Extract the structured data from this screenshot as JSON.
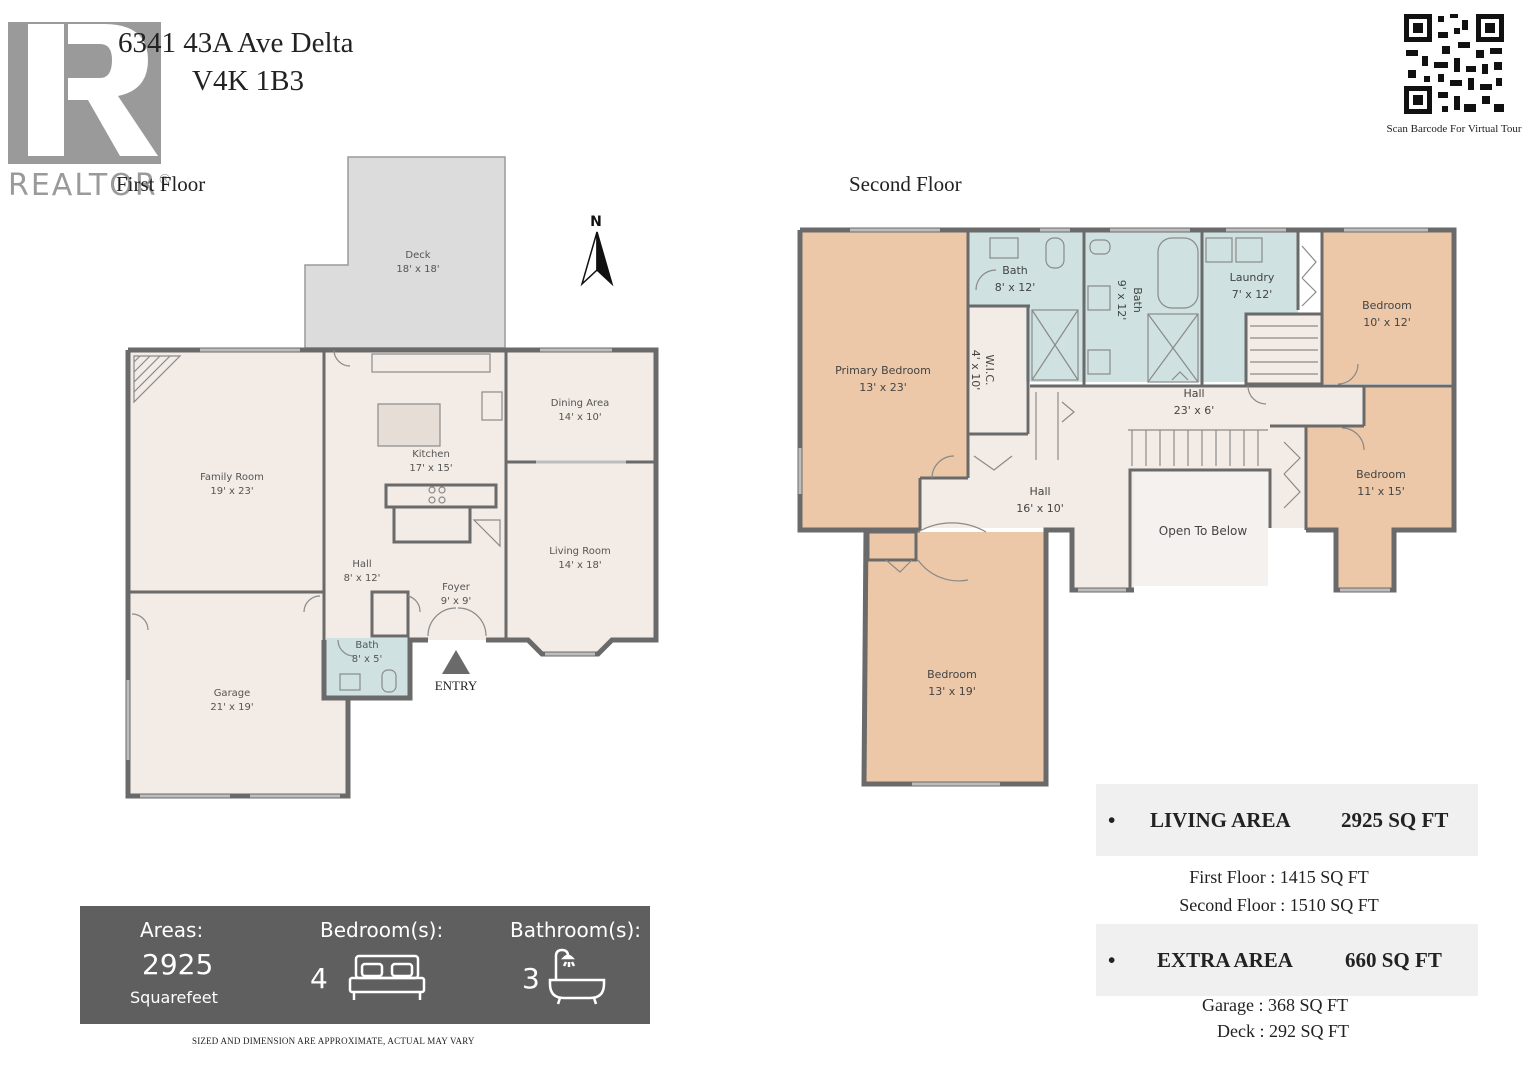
{
  "header": {
    "address_line1": "6341 43A Ave Delta",
    "address_line2": "V4K 1B3",
    "logo_text": "REALTOR",
    "logo_mark": "®"
  },
  "qr": {
    "caption": "Scan Barcode For Virtual Tour"
  },
  "compass": {
    "label": "N"
  },
  "first_floor": {
    "title": "First Floor",
    "entry_label": "ENTRY",
    "rooms": [
      {
        "name": "Deck",
        "dims": "18' x 18'"
      },
      {
        "name": "Dining Area",
        "dims": "14' x 10'"
      },
      {
        "name": "Kitchen",
        "dims": "17' x 15'"
      },
      {
        "name": "Family Room",
        "dims": "19' x 23'"
      },
      {
        "name": "Living Room",
        "dims": "14' x 18'"
      },
      {
        "name": "Hall",
        "dims": "8' x 12'"
      },
      {
        "name": "Foyer",
        "dims": "9' x 9'"
      },
      {
        "name": "Bath",
        "dims": "8' x 5'"
      },
      {
        "name": "Garage",
        "dims": "21' x 19'"
      }
    ]
  },
  "second_floor": {
    "title": "Second Floor",
    "rooms": [
      {
        "name": "Bath",
        "dims": "8' x 12'"
      },
      {
        "name": "Bath",
        "dims": "9' x 12'"
      },
      {
        "name": "Laundry",
        "dims": "7' x 12'"
      },
      {
        "name": "Bedroom",
        "dims": "10' x 12'"
      },
      {
        "name": "Primary Bedroom",
        "dims": "13' x 23'"
      },
      {
        "name": "W.I.C.",
        "dims": "4' x 10'"
      },
      {
        "name": "Hall",
        "dims": "23' x 6'"
      },
      {
        "name": "Bedroom",
        "dims": "11' x 15'"
      },
      {
        "name": "Hall",
        "dims": "16' x 10'"
      },
      {
        "name": "Open To Below",
        "dims": ""
      },
      {
        "name": "Bedroom",
        "dims": "13' x 19'"
      }
    ]
  },
  "stats": {
    "areas_label": "Areas:",
    "areas_value": "2925",
    "areas_unit": "Squarefeet",
    "bedrooms_label": "Bedroom(s):",
    "bedrooms_value": "4",
    "bathrooms_label": "Bathroom(s):",
    "bathrooms_value": "3",
    "bed_icon": "bed-icon",
    "bath_icon": "bathtub-icon"
  },
  "disclaimer": "SIZED AND DIMENSION ARE APPROXIMATE, ACTUAL MAY VARY",
  "summary": {
    "bullet": "•",
    "living_label": "LIVING AREA",
    "living_value": "2925 SQ FT",
    "first_floor_line": "First Floor : 1415  SQ FT",
    "second_floor_line": "Second Floor : 1510 SQ FT",
    "extra_label": "EXTRA AREA",
    "extra_value": "660 SQ FT",
    "garage_line": "Garage : 368 SQ FT",
    "deck_line": "Deck : 292 SQ FT"
  },
  "colors": {
    "wall": "#6a6a6a",
    "room_fill": "#f2ebe6",
    "deck_fill": "#dcdcdc",
    "bath_fill": "#cfe2e1",
    "bedroom_fill": "#ecc8a8",
    "stats_bg": "#5f5f5f",
    "summary_bg": "#f0f0f0"
  }
}
